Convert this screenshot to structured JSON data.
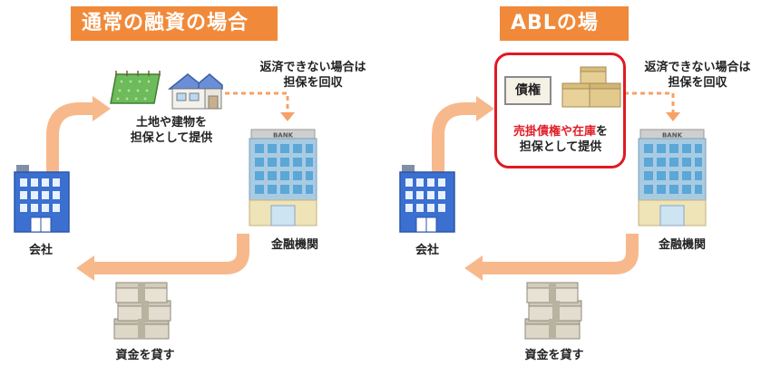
{
  "panels": {
    "normal": {
      "title": "通常の融資の場合",
      "collateral_label_1": "土地や建物を",
      "collateral_label_2": "担保として提供",
      "default_note_1": "返済できない場合は",
      "default_note_2": "担保を回収",
      "company_label": "会社",
      "bank_label": "金融機関",
      "bank_sign": "BANK",
      "loan_label": "資金を貸す"
    },
    "abl": {
      "title": "ABLの場合",
      "receivables_tag": "債権",
      "collateral_label_red": "売掛債権や在庫",
      "collateral_label_wo": "を",
      "collateral_label_2": "担保として提供",
      "default_note_1": "返済できない場合は",
      "default_note_2": "担保を回収",
      "company_label": "会社",
      "bank_label": "金融機関",
      "bank_sign": "BANK",
      "loan_label": "資金を貸す"
    }
  },
  "colors": {
    "title_bg": "#f08a3a",
    "arrow": "#f7b98c",
    "dashed_arrow": "#f5a266",
    "highlight": "#e01a22"
  }
}
